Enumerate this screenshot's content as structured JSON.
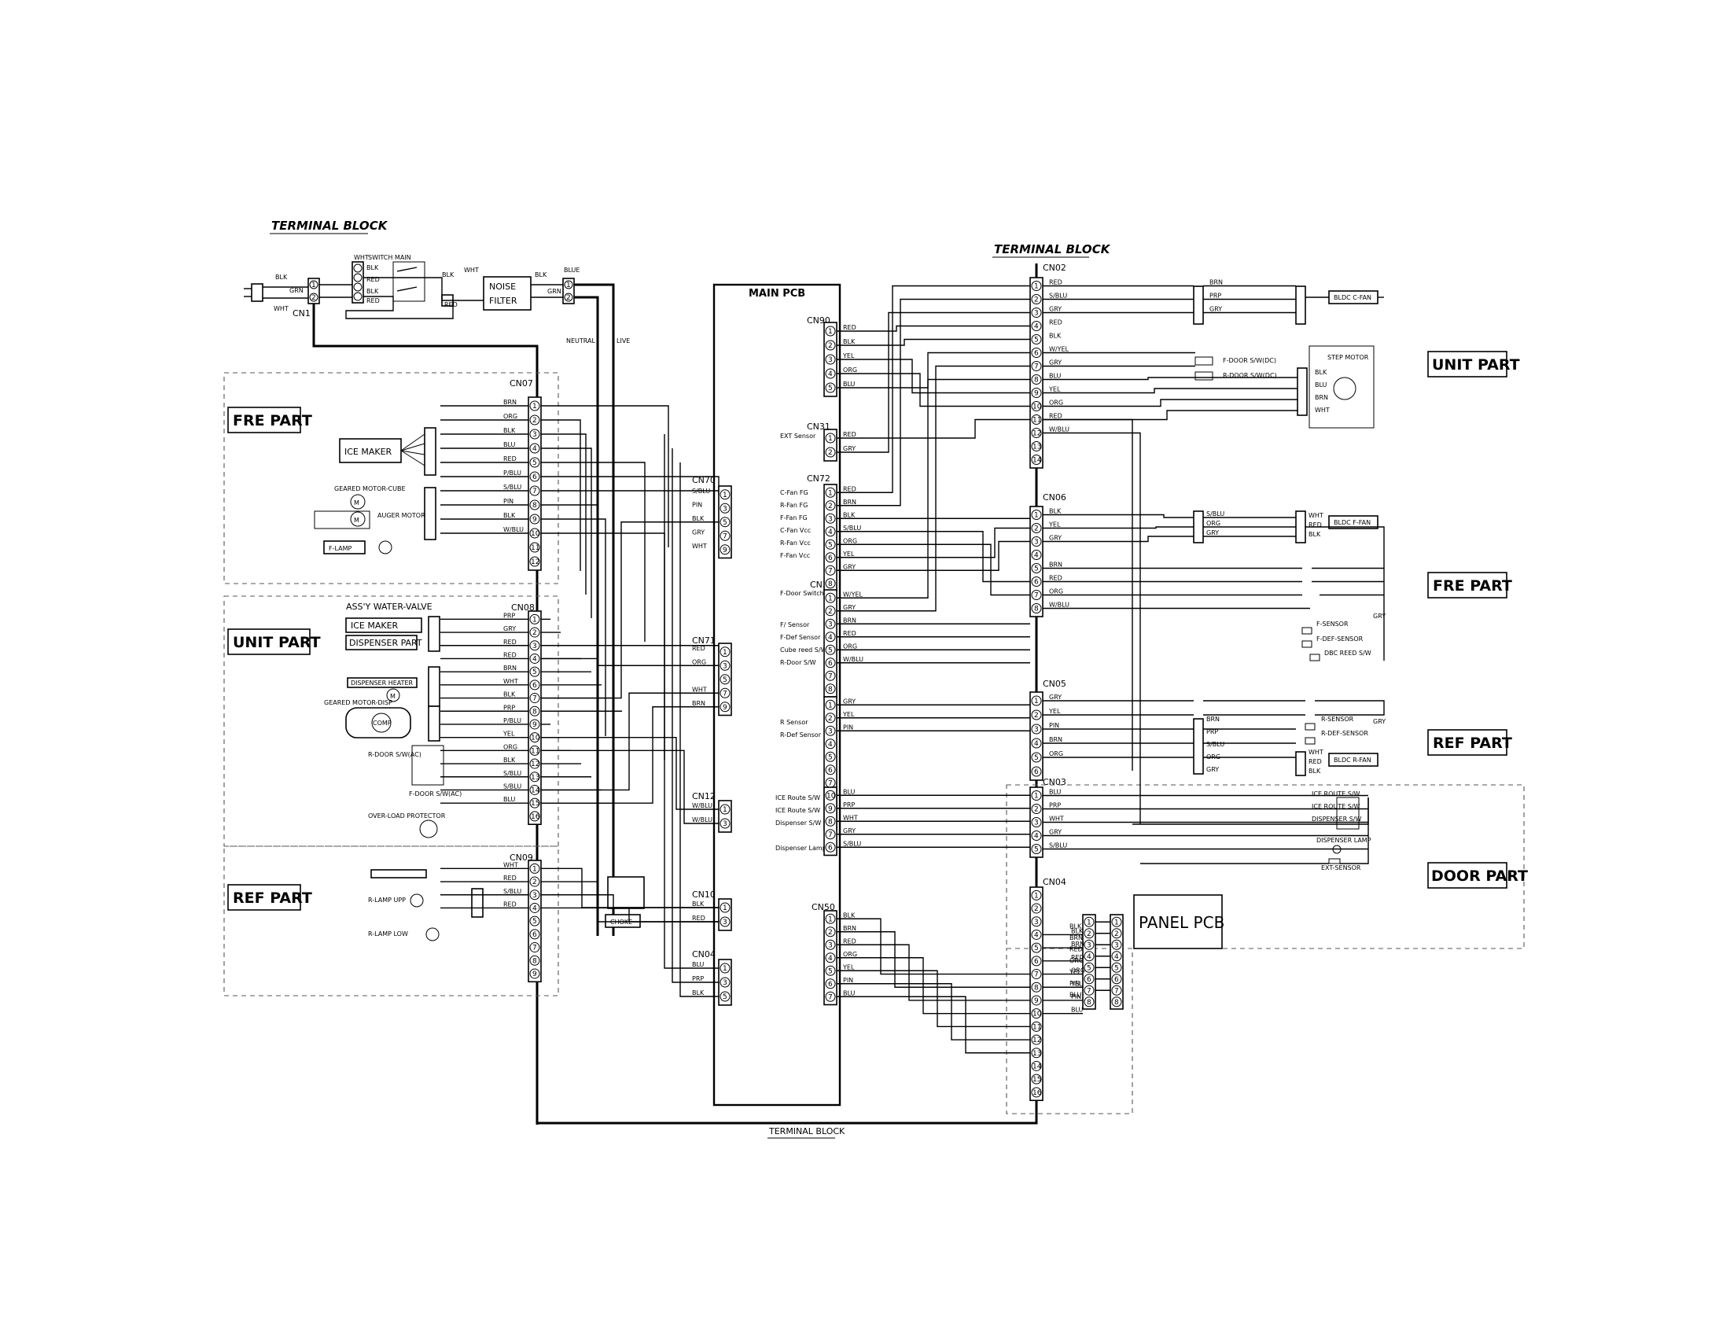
{
  "terminal_blocks": {
    "top_left": "TERMINAL BLOCK",
    "top_right": "TERMINAL BLOCK",
    "bottom": "TERMINAL BLOCK"
  },
  "main_pcb": "MAIN PCB",
  "panel_pcb": "PANEL PCB",
  "power": {
    "cn1": "CN1",
    "switch_main": "SWITCH MAIN",
    "noise_filter_1": "NOISE",
    "noise_filter_2": "FILTER",
    "neutral": "NEUTRAL",
    "live": "LIVE",
    "choke": "CHOKE",
    "wires": {
      "blk": "BLK",
      "wht": "WHT",
      "red": "RED",
      "grn": "GRN",
      "blue": "BLUE"
    }
  },
  "sections": {
    "left_fre": "FRE PART",
    "left_unit": "UNIT PART",
    "left_ref": "REF PART",
    "right_unit": "UNIT PART",
    "right_fre": "FRE PART",
    "right_ref": "REF PART",
    "right_door": "DOOR PART"
  },
  "components_left": {
    "ice_maker": "ICE MAKER",
    "geared_motor_cube": "GEARED MOTOR-CUBE",
    "auger_motor": "AUGER MOTOR",
    "f_lamp": "F-LAMP",
    "water_valve": "ASS'Y WATER-VALVE",
    "valve_ice_maker": "ICE MAKER",
    "valve_dispenser": "DISPENSER PART",
    "dispenser_heater": "DISPENSER HEATER",
    "geared_motor_disp": "GEARED MOTOR-DISP",
    "comp": "COMP",
    "r_door_sw": "R-DOOR S/W(AC)",
    "f_door_sw": "F-DOOR S/W(AC)",
    "overload": "OVER-LOAD PROTECTOR",
    "r_lamp_upp": "R-LAMP UPP",
    "r_lamp_low": "R-LAMP LOW"
  },
  "components_right": {
    "bldc_c_fan": "BLDC C-FAN",
    "step_motor": "STEP MOTOR",
    "f_door_sw_dc": "F-DOOR S/W(DC)",
    "r_door_sw_dc": "R-DOOR S/W(DC)",
    "bldc_f_fan": "BLDC F-FAN",
    "f_sensor": "F-SENSOR",
    "f_def_sensor": "F-DEF-SENSOR",
    "dbc_reed_sw": "DBC REED S/W",
    "r_sensor": "R-SENSOR",
    "r_def_sensor": "R-DEF-SENSOR",
    "bldc_r_fan": "BLDC R-FAN",
    "ice_route_1": "ICE ROUTE S/W",
    "ice_route_2": "ICE ROUTE S/W",
    "dispenser_sw": "DISPENSER S/W",
    "dispenser_lamp": "DISPENSER LAMP",
    "ext_sensor": "EXT-SENSOR"
  },
  "pcb_labels": {
    "cn90": "CN90",
    "cn31": "CN31",
    "cn72": "CN72",
    "cn30": "CN30",
    "cn70": "CN70",
    "cn71": "CN71",
    "cn12": "CN12",
    "cn10": "CN10",
    "cn04": "CN04",
    "cn50": "CN50",
    "ext_sensor": "EXT Sensor",
    "c_fan_fg": "C-Fan FG",
    "r_fan_fg": "R-Fan FG",
    "f_fan_fg": "F-Fan FG",
    "c_fan_vcc": "C-Fan Vcc",
    "r_fan_vcc": "R-Fan Vcc",
    "f_fan_vcc": "F-Fan Vcc",
    "f_door_switch": "F-Door Switch",
    "f_sensor": "F/ Sensor",
    "f_def_sensor": "F-Def Sensor",
    "cube_reed_sw": "Cube reed S/W",
    "r_door_sw": "R-Door S/W",
    "r_sensor": "R Sensor",
    "r_def_sensor": "R-Def Sensor",
    "ice_route_1": "ICE Route S/W",
    "ice_route_2": "ICE Route S/W",
    "dispenser_sw": "Dispenser S/W",
    "dispenser_lamp": "Dispenser Lamp"
  },
  "connectors": {
    "CN07": {
      "label": "CN07",
      "pins": [
        "1",
        "2",
        "3",
        "4",
        "5",
        "6",
        "7",
        "8",
        "9",
        "10",
        "11",
        "12"
      ],
      "wires": [
        "BRN",
        "ORG",
        "BLK",
        "BLU",
        "RED",
        "P/BLU",
        "S/BLU",
        "PIN",
        "BLK",
        "W/BLU",
        "",
        ""
      ]
    },
    "CN08": {
      "label": "CN08",
      "pins": [
        "1",
        "2",
        "3",
        "4",
        "5",
        "6",
        "7",
        "8",
        "9",
        "10",
        "11",
        "12",
        "13",
        "14",
        "15",
        "16"
      ],
      "wires": [
        "PRP",
        "GRY",
        "RED",
        "RED",
        "BRN",
        "WHT",
        "BLK",
        "PRP",
        "P/BLU",
        "YEL",
        "ORG",
        "BLK",
        "S/BLU",
        "S/BLU",
        "BLU",
        ""
      ]
    },
    "CN09": {
      "label": "CN09",
      "pins": [
        "1",
        "2",
        "3",
        "4",
        "5",
        "6",
        "7",
        "8",
        "9"
      ],
      "wires": [
        "WHT",
        "RED",
        "S/BLU",
        "RED",
        "",
        "",
        "",
        "",
        ""
      ]
    },
    "CN90": {
      "pins": [
        "1",
        "2",
        "3",
        "4",
        "5"
      ],
      "wires": [
        "RED",
        "BLK",
        "YEL",
        "ORG",
        "BLU"
      ]
    },
    "CN31": {
      "pins": [
        "1",
        "2"
      ],
      "wires": [
        "RED",
        "GRY"
      ]
    },
    "CN72": {
      "pins": [
        "1",
        "2",
        "3",
        "4",
        "5",
        "6",
        "7",
        "8"
      ],
      "wires": [
        "RED",
        "BRN",
        "BLK",
        "S/BLU",
        "ORG",
        "YEL",
        "GRY",
        ""
      ]
    },
    "CN30": {
      "pins": [
        "1",
        "2",
        "3",
        "4",
        "5",
        "6",
        "7",
        "8"
      ],
      "wires": [
        "W/YEL",
        "GRY",
        "BRN",
        "RED",
        "ORG",
        "W/BLU",
        "",
        ""
      ]
    },
    "CN31b": {
      "pins": [
        "1",
        "2",
        "3",
        "4",
        "5",
        "6",
        "7",
        "8",
        "9",
        "10"
      ],
      "wires": [
        "GRY",
        "YEL",
        "PIN",
        "",
        "",
        "",
        "",
        "",
        "",
        ""
      ]
    },
    "CN32": {
      "pins": [
        "10",
        "9",
        "8",
        "7",
        "6"
      ],
      "wires": [
        "BLU",
        "PRP",
        "WHT",
        "GRY",
        "S/BLU"
      ]
    },
    "CN70": {
      "pins": [
        "1",
        "3",
        "5",
        "7",
        "9"
      ],
      "wires": [
        "S/BLU",
        "PIN",
        "BLK",
        "GRY",
        "WHT"
      ]
    },
    "CN71": {
      "pins": [
        "1",
        "3",
        "5",
        "7",
        "9"
      ],
      "wires": [
        "RED",
        "ORG",
        "",
        "WHT",
        "BRN"
      ]
    },
    "CN12": {
      "pins": [
        "1",
        "3"
      ],
      "wires": [
        "W/BLU",
        "W/BLU"
      ]
    },
    "CN10": {
      "pins": [
        "1",
        "3"
      ],
      "wires": [
        "BLK",
        "RED"
      ]
    },
    "CN04": {
      "pins": [
        "1",
        "3",
        "5"
      ],
      "wires": [
        "BLU",
        "PRP",
        "BLK"
      ]
    },
    "CN50": {
      "pins": [
        "1",
        "2",
        "3",
        "4",
        "5",
        "6",
        "7"
      ],
      "wires": [
        "BLK",
        "BRN",
        "RED",
        "ORG",
        "YEL",
        "PIN",
        "BLU"
      ]
    },
    "CN02": {
      "label": "CN02",
      "pins": [
        "1",
        "2",
        "3",
        "4",
        "5",
        "6",
        "7",
        "8",
        "9",
        "10",
        "11",
        "12",
        "13",
        "14"
      ],
      "wires": [
        "RED",
        "S/BLU",
        "GRY",
        "RED",
        "BLK",
        "W/YEL",
        "GRY",
        "BLU",
        "YEL",
        "ORG",
        "RED",
        "W/BLU",
        "",
        ""
      ]
    },
    "CN06": {
      "label": "CN06",
      "pins": [
        "1",
        "2",
        "3",
        "4",
        "5",
        "6",
        "7",
        "8"
      ],
      "wires": [
        "BLK",
        "YEL",
        "GRY",
        "",
        "BRN",
        "RED",
        "ORG",
        "W/BLU"
      ]
    },
    "CN05": {
      "label": "CN05",
      "pins": [
        "1",
        "2",
        "3",
        "4",
        "5",
        "6"
      ],
      "wires": [
        "GRY",
        "YEL",
        "PIN",
        "BRN",
        "ORG",
        ""
      ]
    },
    "CN03": {
      "label": "CN03",
      "pins": [
        "1",
        "2",
        "3",
        "4",
        "5"
      ],
      "wires": [
        "BLU",
        "PRP",
        "WHT",
        "GRY",
        "S/BLU"
      ]
    },
    "CN04R": {
      "label": "CN04",
      "pins": [
        "1",
        "2",
        "3",
        "4",
        "5",
        "6",
        "7",
        "8",
        "9",
        "10",
        "11",
        "12",
        "13",
        "14",
        "15",
        "16"
      ],
      "wires": [
        "",
        "",
        "",
        "BLK",
        "BRN",
        "RED",
        "ORG",
        "YEL",
        "PIN",
        "BLU",
        "",
        "",
        "",
        "",
        "",
        ""
      ]
    },
    "PANEL": {
      "pins": [
        "1",
        "2",
        "3",
        "4",
        "5",
        "6",
        "7",
        "8"
      ],
      "wires": [
        "BLK",
        "BRN",
        "RED",
        "ORG",
        "YEL",
        "PIN",
        "BLU",
        ""
      ]
    }
  },
  "misc": {
    "c_fan_wires": [
      "BRN",
      "PRP",
      "GRY"
    ],
    "f_fan_wires": [
      "S/BLU",
      "ORG",
      "GRY"
    ],
    "f_fan_right": [
      "WHT",
      "RED",
      "BLK"
    ],
    "ref_right_wires": [
      "BRN",
      "PRP",
      "S/BLU",
      "ORG",
      "GRY"
    ],
    "ref_right_end": [
      "WHT",
      "RED",
      "BLK"
    ],
    "step_pins": [
      "BLK",
      "BLU",
      "BRN",
      "WHT"
    ],
    "gry": "GRY"
  }
}
